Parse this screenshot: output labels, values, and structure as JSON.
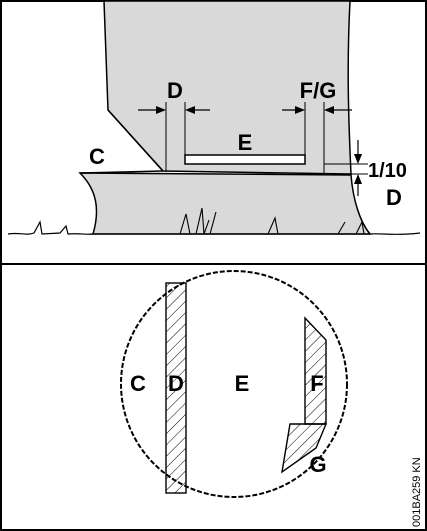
{
  "labels": {
    "top_d": "D",
    "top_fg": "F/G",
    "top_c": "C",
    "top_e": "E",
    "ratio": "1/10",
    "bottom_d_right": "D",
    "circle_c": "C",
    "circle_d": "D",
    "circle_e": "E",
    "circle_f": "F",
    "circle_g": "G"
  },
  "doc_code": "001BA259 KN",
  "colors": {
    "trunk_fill": "#d9d9d9",
    "stroke": "#000000",
    "background": "#ffffff"
  }
}
